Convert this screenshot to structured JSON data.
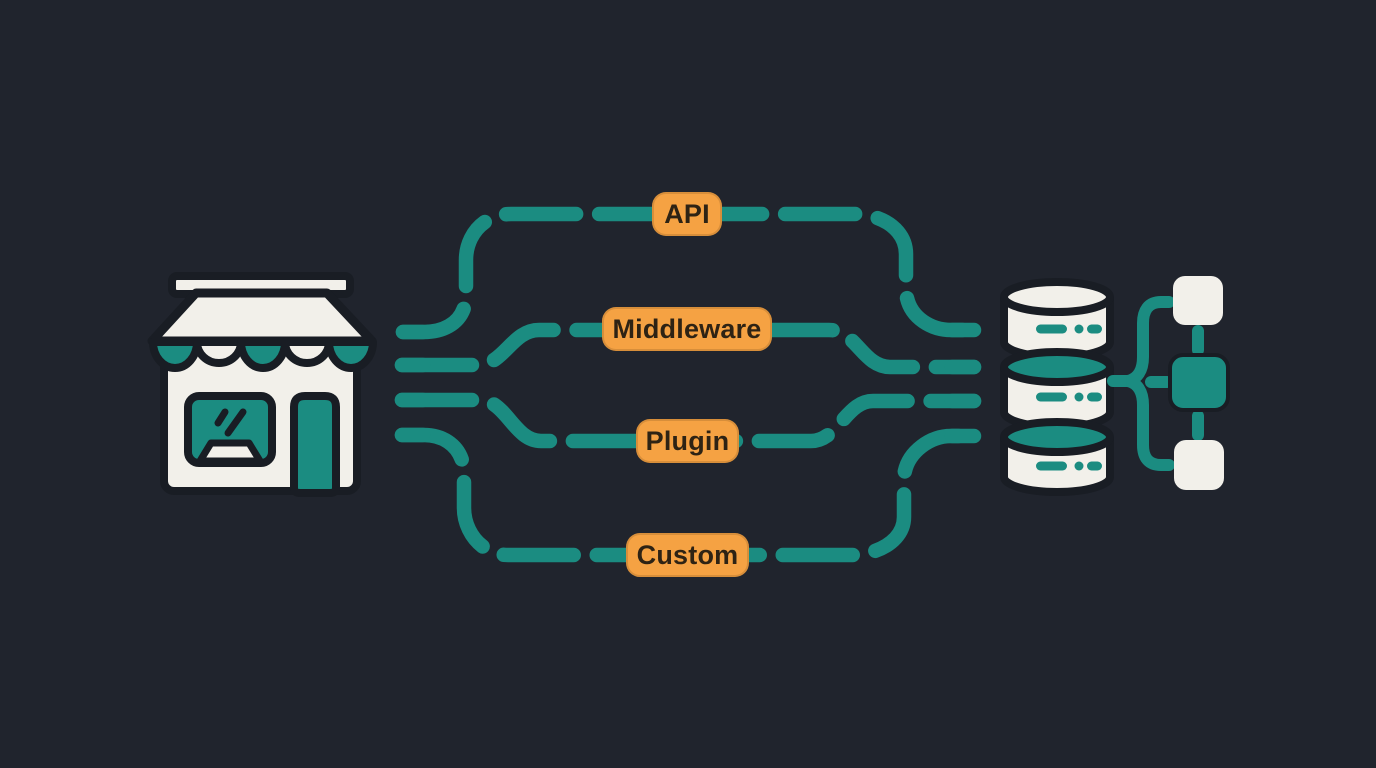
{
  "diagram": {
    "left_node": {
      "icon": "storefront-icon"
    },
    "right_node": {
      "icon": "database-stack-icon"
    },
    "branch_node": {
      "icon": "three-node-branch-icon"
    },
    "connections": [
      {
        "label": "API",
        "from": "storefront",
        "to": "database-stack"
      },
      {
        "label": "Middleware",
        "from": "storefront",
        "to": "database-stack"
      },
      {
        "label": "Plugin",
        "from": "storefront",
        "to": "database-stack"
      },
      {
        "label": "Custom",
        "from": "storefront",
        "to": "database-stack"
      }
    ],
    "colors": {
      "background": "#20242d",
      "teal": "#1b8c81",
      "orange": "#f5a243",
      "cream": "#f2f0ea",
      "outline": "#191d24",
      "label_text": "#2e2314"
    }
  }
}
